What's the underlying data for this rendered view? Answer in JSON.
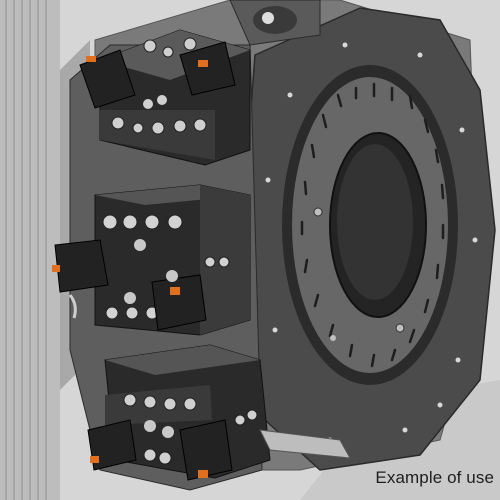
{
  "caption": "Example of use",
  "colors": {
    "background": "#d9d9d9",
    "housing": "#4a4a4a",
    "turret_face": "#3c3c3c",
    "index_ring": "#606060",
    "center_hole": "#1e1e1e",
    "tool_block": "#2a2a2a",
    "insert_accent": "#e07020",
    "bolt_steel": "#c8c8c8"
  },
  "icons": [
    "machine-turret-render",
    "tool-holder",
    "cutting-insert",
    "screw-head"
  ]
}
